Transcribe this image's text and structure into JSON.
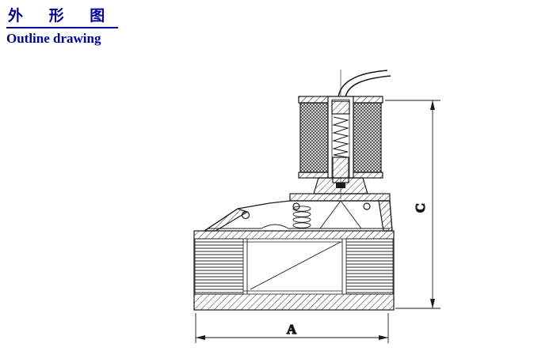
{
  "header": {
    "title_cn": "外 形 图",
    "title_en": "Outline drawing"
  },
  "drawing": {
    "description": "solenoid-valve-cross-section",
    "dim_height_label": "C",
    "dim_width_label": "A"
  },
  "colors": {
    "title_blue": "#000099",
    "line": "#1a1a1a"
  }
}
